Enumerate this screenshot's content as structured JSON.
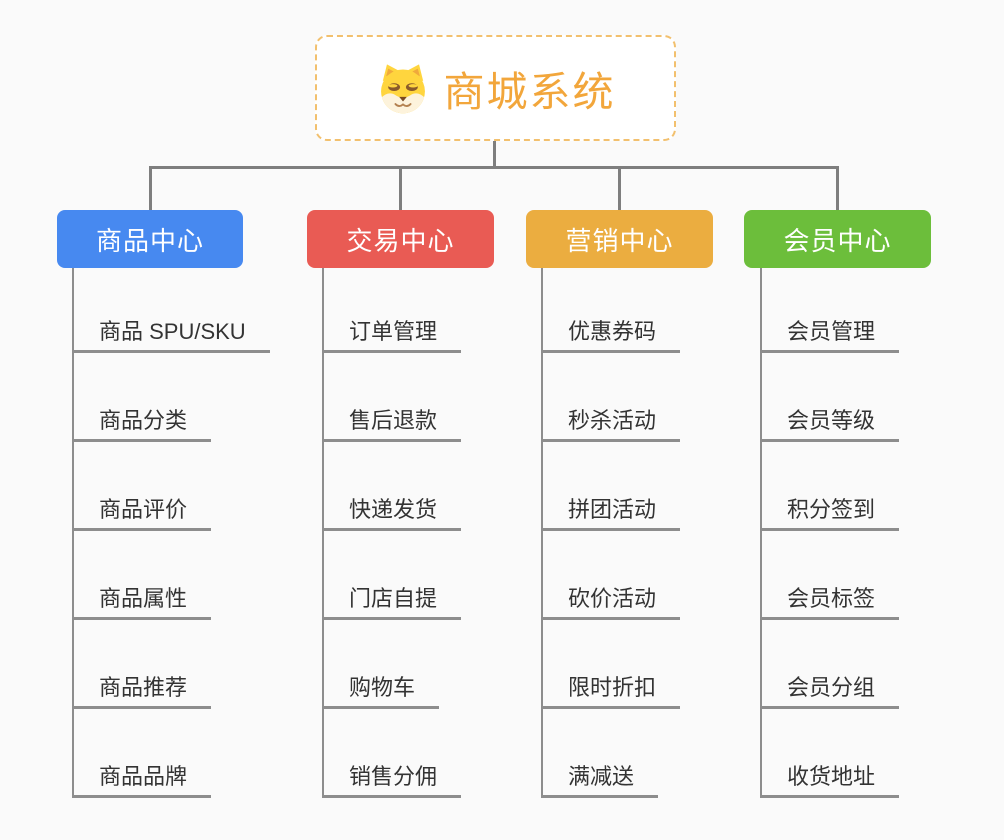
{
  "root": {
    "title": "商城系统",
    "title_color": "#F2A63B",
    "icon": "dog-face-icon"
  },
  "branches": [
    {
      "label": "商品中心",
      "color": "#4789F0",
      "children": [
        "商品 SPU/SKU",
        "商品分类",
        "商品评价",
        "商品属性",
        "商品推荐",
        "商品品牌"
      ]
    },
    {
      "label": "交易中心",
      "color": "#E95B54",
      "children": [
        "订单管理",
        "售后退款",
        "快递发货",
        "门店自提",
        "购物车",
        "销售分佣"
      ]
    },
    {
      "label": "营销中心",
      "color": "#EBAD40",
      "children": [
        "优惠券码",
        "秒杀活动",
        "拼团活动",
        "砍价活动",
        "限时折扣",
        "满减送"
      ]
    },
    {
      "label": "会员中心",
      "color": "#6CBE3B",
      "children": [
        "会员管理",
        "会员等级",
        "积分签到",
        "会员标签",
        "会员分组",
        "收货地址"
      ]
    }
  ],
  "icon_colors": {
    "head": "#FFD53E",
    "muzzle": "#FDF3DC",
    "eye": "#8A5A2B",
    "nose": "#7A4A21",
    "mouth": "#B4814F"
  },
  "connector_color": "#7E7E7E",
  "background_color": "#FAFAFA"
}
